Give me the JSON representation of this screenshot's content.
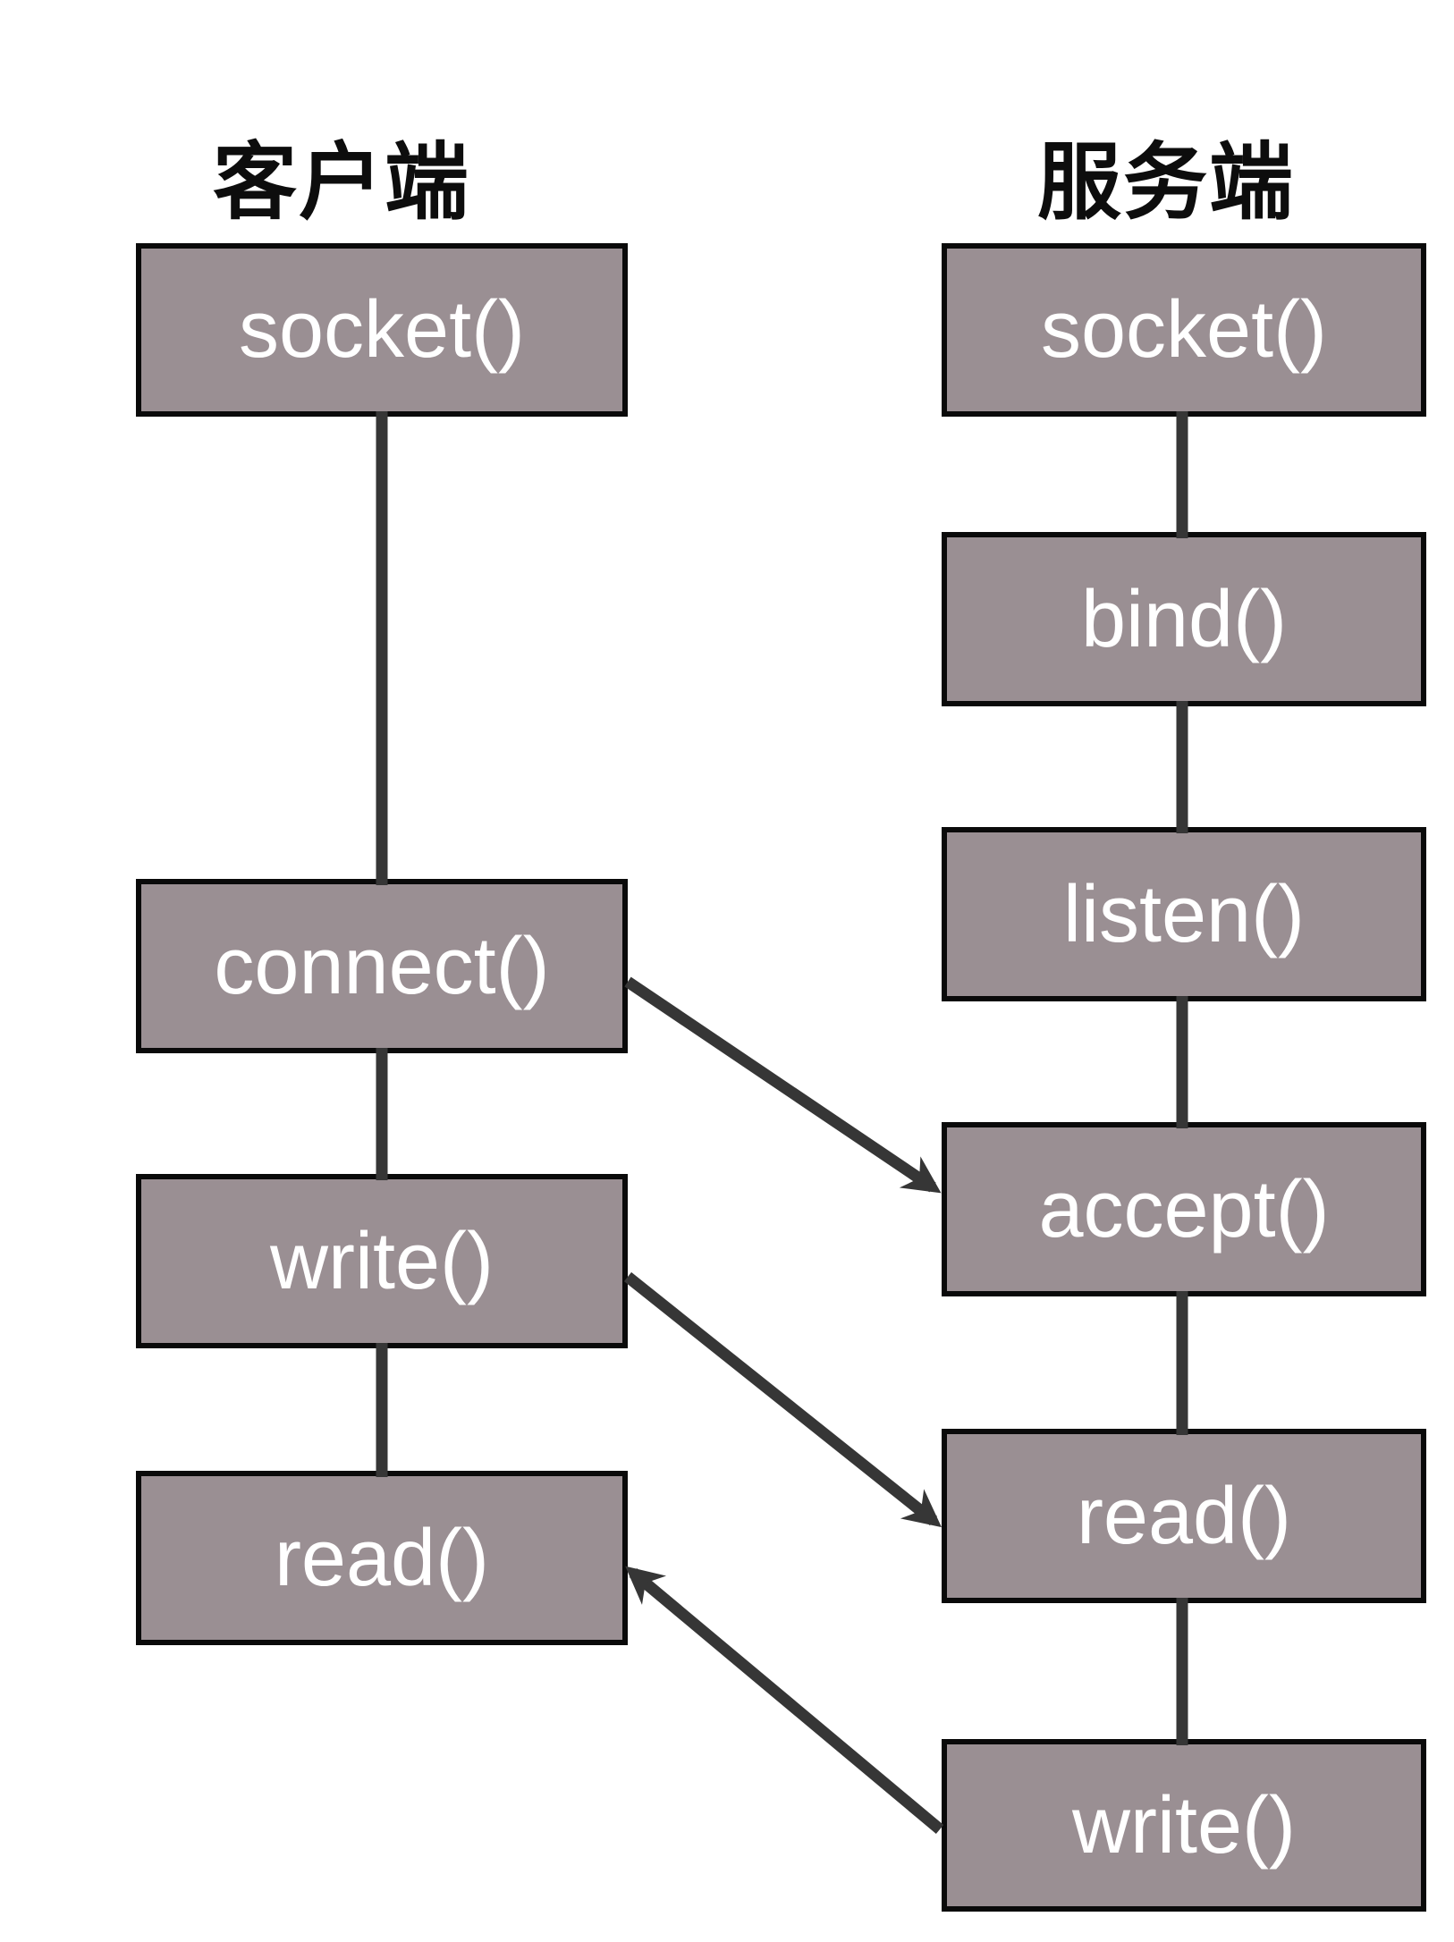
{
  "diagram": {
    "client": {
      "title": "客户端",
      "nodes": [
        {
          "id": "client-socket",
          "label": "socket()"
        },
        {
          "id": "client-connect",
          "label": "connect()"
        },
        {
          "id": "client-write",
          "label": "write()"
        },
        {
          "id": "client-read",
          "label": "read()"
        }
      ]
    },
    "server": {
      "title": "服务端",
      "nodes": [
        {
          "id": "server-socket",
          "label": "socket()"
        },
        {
          "id": "server-bind",
          "label": "bind()"
        },
        {
          "id": "server-listen",
          "label": "listen()"
        },
        {
          "id": "server-accept",
          "label": "accept()"
        },
        {
          "id": "server-read",
          "label": "read()"
        },
        {
          "id": "server-write",
          "label": "write()"
        }
      ]
    },
    "arrows": [
      {
        "from": "client-connect",
        "to": "server-accept"
      },
      {
        "from": "client-write",
        "to": "server-read"
      },
      {
        "from": "server-write",
        "to": "client-read"
      }
    ],
    "colors": {
      "background": "#ffffff",
      "box_fill": "#9a8f93",
      "box_border": "#0a0a0a",
      "text": "#ffffff",
      "heading": "#0d0d0d",
      "line": "#363636"
    }
  }
}
